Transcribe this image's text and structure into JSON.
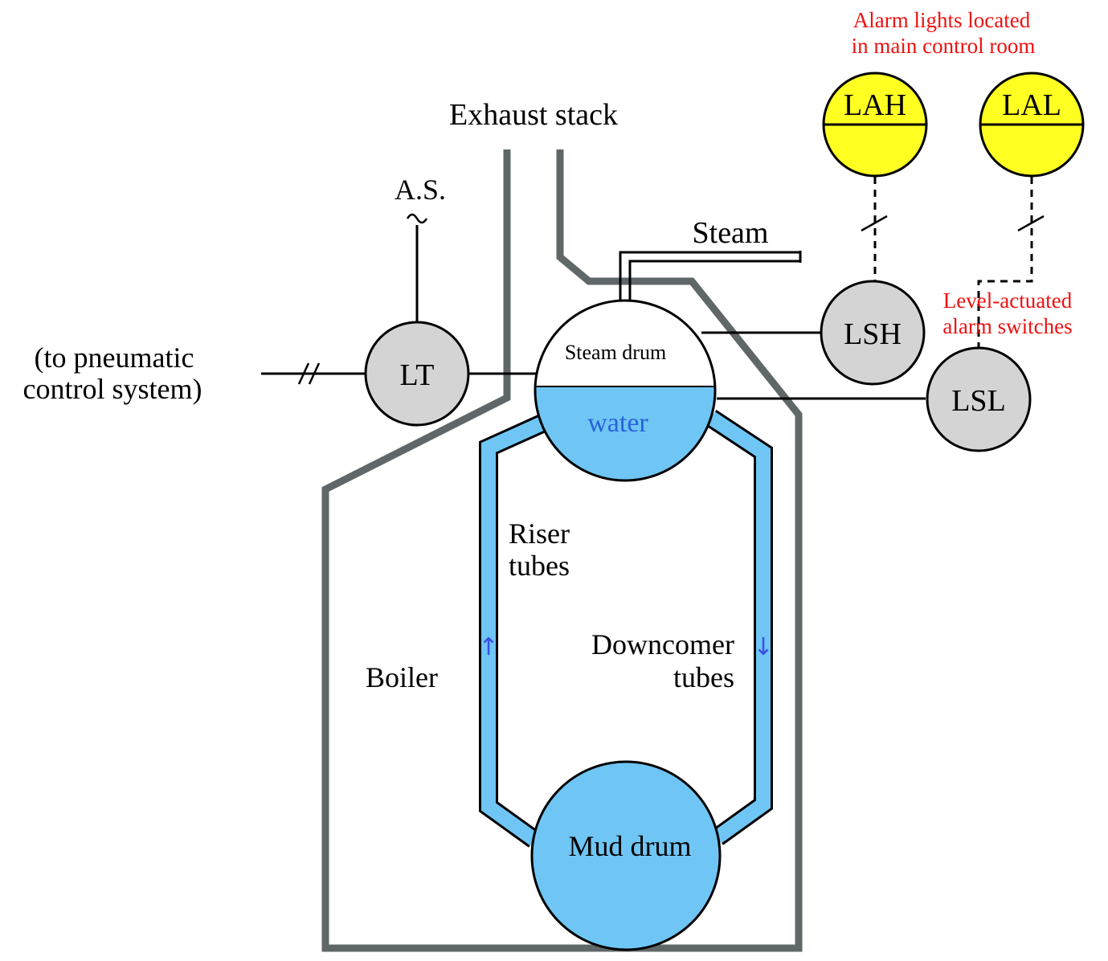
{
  "colors": {
    "boiler_wall": "#5f6768",
    "water": "#6fc6f5",
    "water_text": "#2a62d8",
    "alarm_light": "#ffff22",
    "instrument": "#d4d4d4",
    "annotation_red": "#ee1111",
    "flow_arrow": "#3a4fe0"
  },
  "labels": {
    "exhaust_stack": "Exhaust stack",
    "steam": "Steam",
    "steam_drum": "Steam drum",
    "water": "water",
    "riser_line1": "Riser",
    "riser_line2": "tubes",
    "downcomer_line1": "Downcomer",
    "downcomer_line2": "tubes",
    "boiler": "Boiler",
    "mud_drum": "Mud drum",
    "air_supply": "A.S.",
    "pneumatic_line1": "(to pneumatic",
    "pneumatic_line2": "control system)",
    "alarm_lights_line1": "Alarm lights located",
    "alarm_lights_line2": "in main control room",
    "switches_line1": "Level-actuated",
    "switches_line2": "alarm switches"
  },
  "instruments": {
    "lt": "LT",
    "lsh": "LSH",
    "lsl": "LSL",
    "lah": "LAH",
    "lal": "LAL"
  },
  "arrows": {
    "riser_flow": "↑",
    "downcomer_flow": "↓"
  }
}
